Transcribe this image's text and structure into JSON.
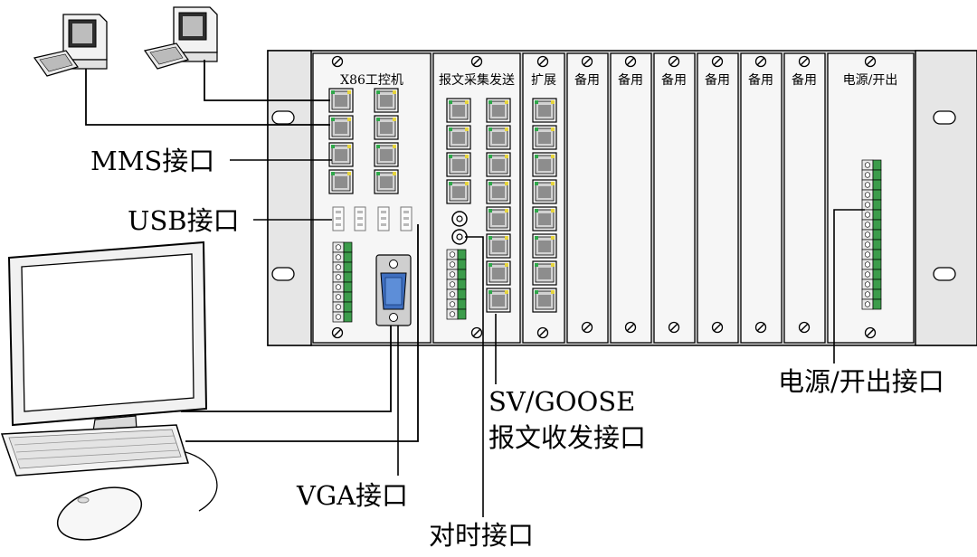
{
  "slots": {
    "x86": "X86工控机",
    "msg": "报文采集发送",
    "expand": "扩展",
    "spare1": "备用",
    "spare2": "备用",
    "spare3": "备用",
    "spare4": "备用",
    "spare5": "备用",
    "spare6": "备用",
    "power": "电源/开出"
  },
  "callouts": {
    "mms": "MMS接口",
    "usb": "USB接口",
    "sv_goose_line1": "SV/GOOSE",
    "sv_goose_line2": "报文收发接口",
    "power_io": "电源/开出接口",
    "vga": "VGA接口",
    "timing": "对时接口"
  }
}
